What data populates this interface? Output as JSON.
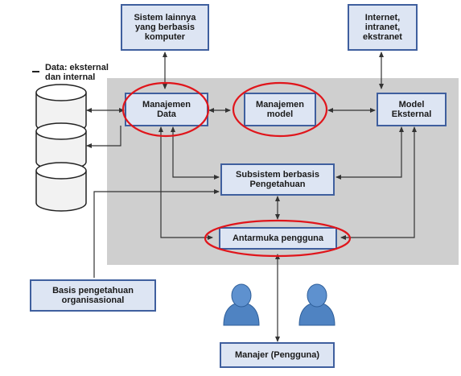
{
  "nodes": {
    "other_systems": "Sistem lainnya\nyang berbasis\nkomputer",
    "internet": "Internet,\nintranet,\nekstranet",
    "external_data": "Data: eksternal\ndan internal",
    "data_management": "Manajemen\nData",
    "model_management": "Manajemen\nmodel",
    "external_model": "Model\nEksternal",
    "knowledge_subsystem": "Subsistem berbasis\nPengetahuan",
    "user_interface": "Antarmuka pengguna",
    "org_knowledge_base": "Basis pengetahuan\norganisasional",
    "manager": "Manajer (Pengguna)"
  },
  "colors": {
    "box_fill": "#dde5f3",
    "box_border": "#3f5f9e",
    "panel": "#cfcfcf",
    "highlight": "#e0151b",
    "user_icon": "#4f83c2"
  }
}
